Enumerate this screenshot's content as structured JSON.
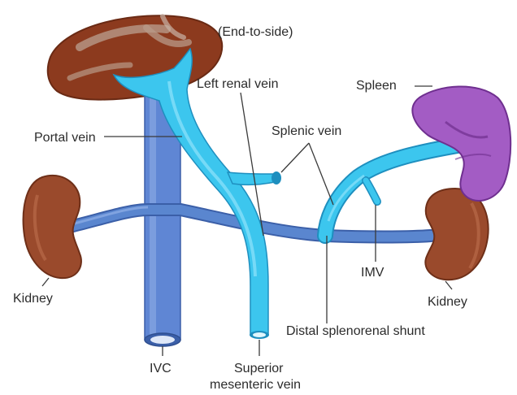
{
  "labels": {
    "end_to_side": "(End-to-side)",
    "left_renal_vein": "Left renal vein",
    "spleen": "Spleen",
    "portal_vein": "Portal vein",
    "splenic_vein": "Splenic vein",
    "kidney_left": "Kidney",
    "imv": "IMV",
    "kidney_right": "Kidney",
    "distal_splenorenal_shunt": "Distal splenorenal shunt",
    "ivc": "IVC",
    "smv_line1": "Superior",
    "smv_line2": "mesenteric vein"
  },
  "colors": {
    "vein": "#3cc6ee",
    "vein_dark": "#1e8fbf",
    "ivc": "#5f86d4",
    "ivc_dark": "#3b5fa8",
    "renal_vein": "#5a86cf",
    "kidney": "#9a4a2c",
    "kidney_dark": "#6e2f18",
    "liver": "#8c3a1e",
    "liver_highlight": "#b89a88",
    "spleen": "#a35cc4",
    "spleen_dark": "#6f2f8f"
  }
}
